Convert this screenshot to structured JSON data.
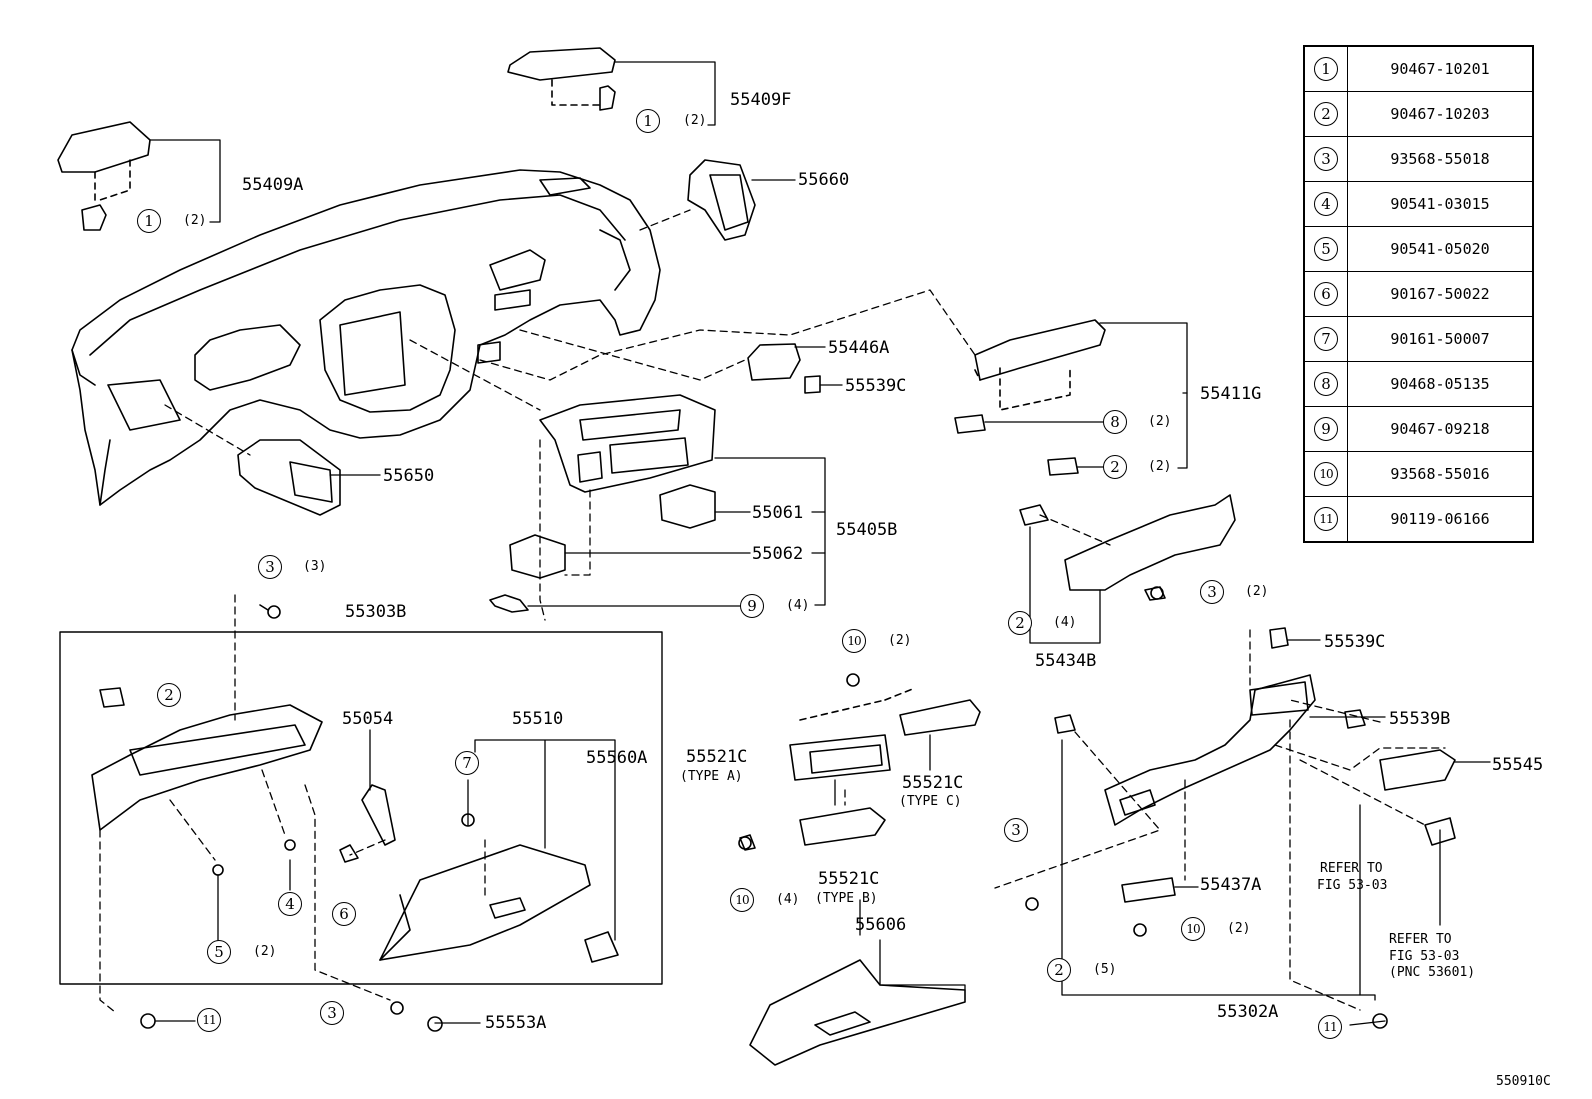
{
  "diagram_code": "550910C",
  "parts_table": [
    {
      "key": "1",
      "part": "90467-10201"
    },
    {
      "key": "2",
      "part": "90467-10203"
    },
    {
      "key": "3",
      "part": "93568-55018"
    },
    {
      "key": "4",
      "part": "90541-03015"
    },
    {
      "key": "5",
      "part": "90541-05020"
    },
    {
      "key": "6",
      "part": "90167-50022"
    },
    {
      "key": "7",
      "part": "90161-50007"
    },
    {
      "key": "8",
      "part": "90468-05135"
    },
    {
      "key": "9",
      "part": "90467-09218"
    },
    {
      "key": "10",
      "part": "93568-55016"
    },
    {
      "key": "11",
      "part": "90119-06166"
    }
  ],
  "labels": {
    "p55409F": "55409F",
    "p55409A": "55409A",
    "p55660": "55660",
    "p55446A": "55446A",
    "p55539C_top": "55539C",
    "p55411G": "55411G",
    "p55650": "55650",
    "p55061": "55061",
    "p55405B": "55405B",
    "p55062": "55062",
    "p55303B": "55303B",
    "p55434B": "55434B",
    "p55539C_right": "55539C",
    "p55539B": "55539B",
    "p55545": "55545",
    "p55054": "55054",
    "p55510": "55510",
    "p55560A": "55560A",
    "p55521C_a": "55521C",
    "type_a": "(TYPE A)",
    "p55521C_c": "55521C",
    "type_c": "(TYPE C)",
    "p55521C_b": "55521C",
    "type_b": "(TYPE B)",
    "p55606": "55606",
    "p55437A": "55437A",
    "p55553A": "55553A",
    "p55302A": "55302A",
    "refer1_line1": "REFER TO",
    "refer1_line2": "FIG 53-03",
    "refer2_line1": "REFER TO",
    "refer2_line2": "FIG 53-03",
    "refer2_line3": "(PNC 53601)"
  },
  "callouts": {
    "c1a": {
      "key": "1",
      "qty": "(2)"
    },
    "c1b": {
      "key": "1",
      "qty": "(2)"
    },
    "c8": {
      "key": "8",
      "qty": "(2)"
    },
    "c2a": {
      "key": "2",
      "qty": "(2)"
    },
    "c9": {
      "key": "9",
      "qty": "(4)"
    },
    "c3a": {
      "key": "3",
      "qty": "(3)"
    },
    "c3b": {
      "key": "3",
      "qty": "(2)"
    },
    "c2b": {
      "key": "2",
      "qty": "(4)"
    },
    "c10a": {
      "key": "10",
      "qty": "(2)"
    },
    "c2c": {
      "key": "2",
      "qty": ""
    },
    "c7": {
      "key": "7",
      "qty": ""
    },
    "c6": {
      "key": "6",
      "qty": ""
    },
    "c4": {
      "key": "4",
      "qty": ""
    },
    "c5": {
      "key": "5",
      "qty": "(2)"
    },
    "c10b": {
      "key": "10",
      "qty": "(4)"
    },
    "c3c": {
      "key": "3",
      "qty": ""
    },
    "c10c": {
      "key": "10",
      "qty": "(2)"
    },
    "c2d": {
      "key": "2",
      "qty": "(5)"
    },
    "c11a": {
      "key": "11",
      "qty": ""
    },
    "c3d": {
      "key": "3",
      "qty": ""
    },
    "c11b": {
      "key": "11",
      "qty": ""
    }
  }
}
